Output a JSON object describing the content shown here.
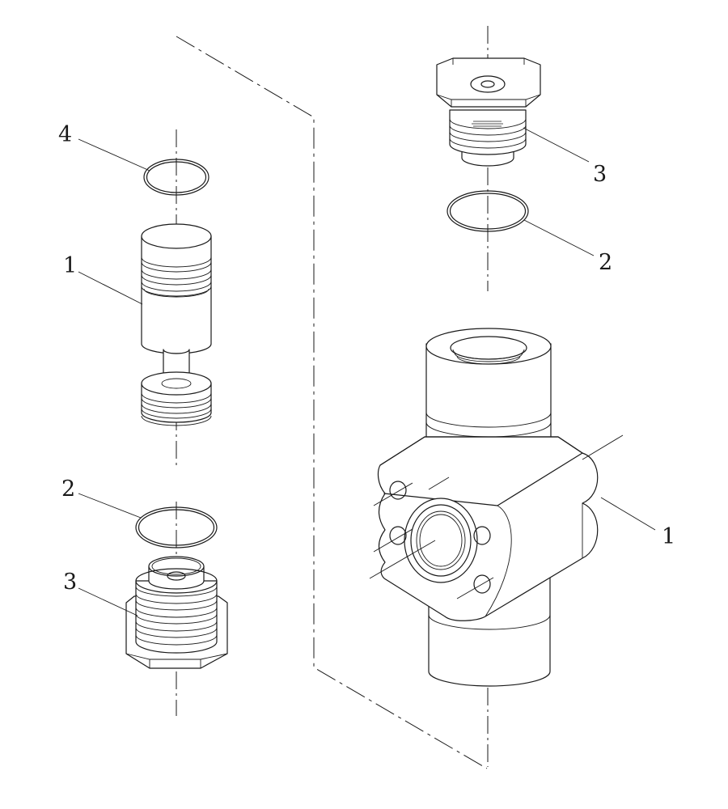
{
  "diagram": {
    "callouts": {
      "left_oring_top": "4",
      "left_spool": "1",
      "left_oring_bottom": "2",
      "left_plug": "3",
      "right_plug": "3",
      "right_oring": "2",
      "right_body": "1"
    }
  }
}
